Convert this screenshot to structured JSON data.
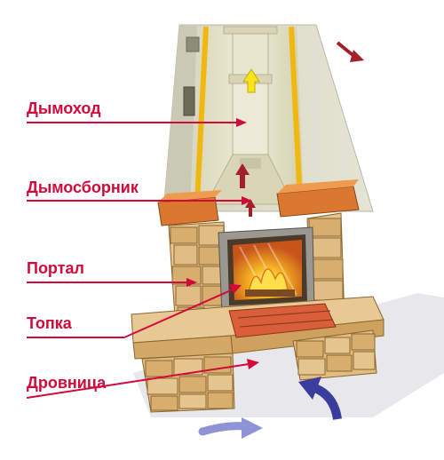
{
  "labels": {
    "chimney": "Дымоход",
    "smoke_collector": "Дымосборник",
    "portal": "Портал",
    "firebox": "Топка",
    "woodbox": "Дровница"
  },
  "colors": {
    "label_red": "#d10a3a",
    "flue_beige": "#e6e3c6",
    "wall_gray": "#dcdccb",
    "brick_tan": "#d8ae6e",
    "mantel_orange": "#d9782e",
    "insulation_yellow": "#f2b70f",
    "fire_orange": "#f39a1e",
    "air_arrow_blue": "#3b3d9c",
    "smoke_arrow_red": "#a3202a",
    "hot_arrow_yellow": "#f7e51c"
  },
  "icons": [
    "cold-air-arrow-icon",
    "hot-air-arrow-icon",
    "smoke-arrow-icon",
    "flame-icon"
  ]
}
